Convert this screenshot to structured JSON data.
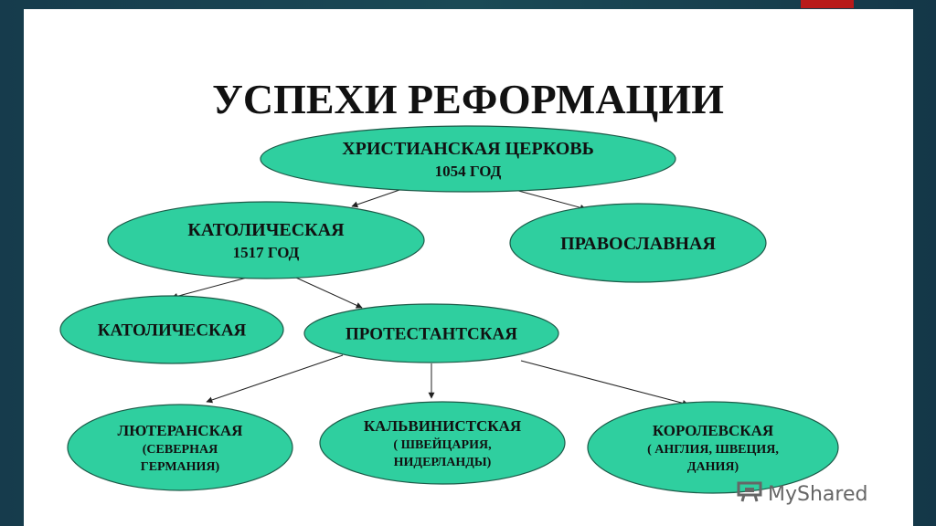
{
  "slide": {
    "title": "УСПЕХИ РЕФОРМАЦИИ",
    "node_color": "#2fcf9f",
    "nodes": [
      {
        "id": "christian",
        "lines": [
          "ХРИСТИАНСКАЯ ЦЕРКОВЬ",
          "1054 ГОД"
        ]
      },
      {
        "id": "catholic-1517",
        "lines": [
          "КАТОЛИЧЕСКАЯ",
          "1517 ГОД"
        ]
      },
      {
        "id": "orthodox",
        "lines": [
          "ПРАВОСЛАВНАЯ"
        ]
      },
      {
        "id": "catholic",
        "lines": [
          "КАТОЛИЧЕСКАЯ"
        ]
      },
      {
        "id": "protestant",
        "lines": [
          "ПРОТЕСТАНТСКАЯ"
        ]
      },
      {
        "id": "lutheran",
        "lines": [
          "ЛЮТЕРАНСКАЯ",
          "(СЕВЕРНАЯ",
          "ГЕРМАНИЯ)"
        ]
      },
      {
        "id": "calvinist",
        "lines": [
          "КАЛЬВИНИСТСКАЯ",
          "( ШВЕЙЦАРИЯ,",
          "НИДЕРЛАНДЫ)"
        ]
      },
      {
        "id": "royal",
        "lines": [
          "КОРОЛЕВСКАЯ",
          "( АНГЛИЯ, ШВЕЦИЯ,",
          "ДАНИЯ)"
        ]
      }
    ],
    "edges": [
      [
        "christian",
        "catholic-1517"
      ],
      [
        "christian",
        "orthodox"
      ],
      [
        "catholic-1517",
        "catholic"
      ],
      [
        "catholic-1517",
        "protestant"
      ],
      [
        "protestant",
        "lutheran"
      ],
      [
        "protestant",
        "calvinist"
      ],
      [
        "protestant",
        "royal"
      ]
    ]
  },
  "watermark": {
    "text": "MyShared",
    "icon": "presentation-board-icon"
  }
}
